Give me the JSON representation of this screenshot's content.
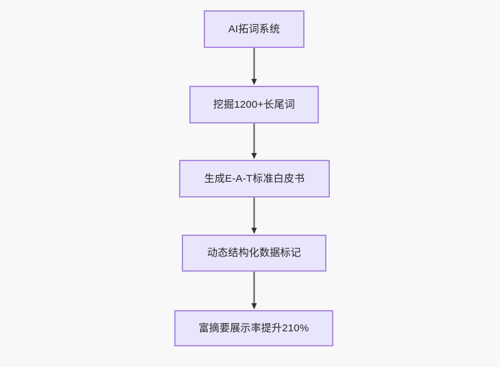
{
  "diagram": {
    "type": "flowchart",
    "orientation": "top-to-bottom",
    "background_color": "#f8f8f8",
    "node_fill_color": "#e9e5fb",
    "node_border_color": "#ab8fe0",
    "node_text_color": "#262626",
    "connector_line_color": "#666666",
    "connector_arrow_color": "#333333",
    "nodes": [
      {
        "id": "node-1",
        "label": "AI拓词系统"
      },
      {
        "id": "node-2",
        "label": "挖掘1200+长尾词"
      },
      {
        "id": "node-3",
        "label": "生成E-A-T标准白皮书"
      },
      {
        "id": "node-4",
        "label": "动态结构化数据标记"
      },
      {
        "id": "node-5",
        "label": "富摘要展示率提升210%"
      }
    ],
    "edges": [
      {
        "id": "edge-1",
        "from": "node-1",
        "to": "node-2",
        "label": ""
      },
      {
        "id": "edge-2",
        "from": "node-2",
        "to": "node-3",
        "label": ""
      },
      {
        "id": "edge-3",
        "from": "node-3",
        "to": "node-4",
        "label": ""
      },
      {
        "id": "edge-4",
        "from": "node-4",
        "to": "node-5",
        "label": ""
      }
    ]
  }
}
